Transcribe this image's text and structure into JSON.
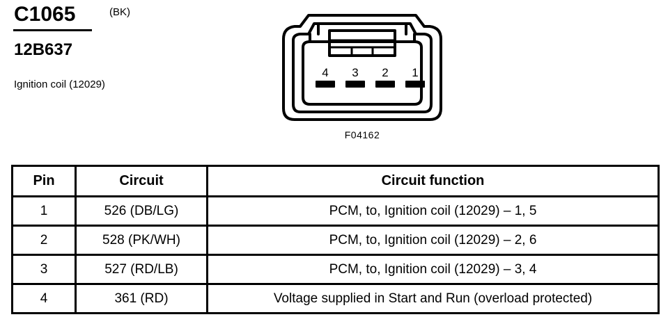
{
  "header": {
    "connector_id": "C1065",
    "color_code": "(BK)",
    "part_number": "12B637",
    "component_name": "Ignition coil (12029)"
  },
  "connector": {
    "part_label": "F04162",
    "terminal_count": 4,
    "terminals": [
      {
        "number": "4"
      },
      {
        "number": "3"
      },
      {
        "number": "2"
      },
      {
        "number": "1"
      }
    ],
    "line_color": "#000000",
    "fill_color": "#ffffff"
  },
  "table": {
    "columns": [
      "Pin",
      "Circuit",
      "Circuit function"
    ],
    "rows": [
      {
        "pin": "1",
        "circuit": "526 (DB/LG)",
        "function": "PCM, to, Ignition coil (12029) – 1, 5"
      },
      {
        "pin": "2",
        "circuit": "528 (PK/WH)",
        "function": "PCM, to, Ignition coil (12029) – 2, 6"
      },
      {
        "pin": "3",
        "circuit": "527 (RD/LB)",
        "function": "PCM, to, Ignition coil (12029) – 3, 4"
      },
      {
        "pin": "4",
        "circuit": "361 (RD)",
        "function": "Voltage supplied in Start and Run (overload protected)"
      }
    ]
  }
}
